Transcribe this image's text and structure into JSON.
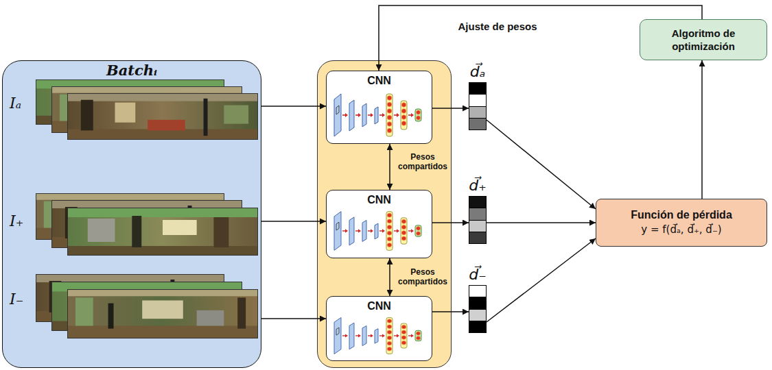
{
  "diagram": {
    "nodes": [
      {
        "text": [
          "Batchᵢ"
        ]
      },
      {
        "text": [
          "CNN"
        ]
      },
      {
        "text": [
          "CNN"
        ]
      },
      {
        "text": [
          "CNN"
        ]
      },
      {
        "text": [
          "d⃗ₐ"
        ]
      },
      {
        "text": [
          "d⃗₊"
        ]
      },
      {
        "text": [
          "d⃗₋"
        ]
      },
      {
        "text": [
          "Algoritmo de optimización"
        ]
      },
      {
        "text": [
          "Función de pérdida",
          "y = f(d⃗ₐ, d⃗₊, d⃗₋)"
        ]
      }
    ],
    "edges": [
      {
        "from": 0,
        "to": 1,
        "arrow": "to"
      },
      {
        "from": 0,
        "to": 2,
        "arrow": "to"
      },
      {
        "from": 0,
        "to": 3,
        "arrow": "to"
      },
      {
        "from": 1,
        "to": 2,
        "arrow": "both",
        "label": "Pesos compartidos"
      },
      {
        "from": 2,
        "to": 3,
        "arrow": "both",
        "label": "Pesos compartidos"
      },
      {
        "from": 1,
        "to": 4,
        "arrow": "to"
      },
      {
        "from": 2,
        "to": 5,
        "arrow": "to"
      },
      {
        "from": 3,
        "to": 6,
        "arrow": "to"
      },
      {
        "from": 4,
        "to": 8,
        "arrow": "to"
      },
      {
        "from": 5,
        "to": 8,
        "arrow": "to"
      },
      {
        "from": 6,
        "to": 8,
        "arrow": "to"
      },
      {
        "from": 8,
        "to": 7,
        "arrow": "to"
      },
      {
        "from": 7,
        "to": 1,
        "arrow": "to",
        "label": "Ajuste de pesos"
      }
    ],
    "labels": [
      "Iₐ",
      "I₊",
      "I₋"
    ]
  }
}
